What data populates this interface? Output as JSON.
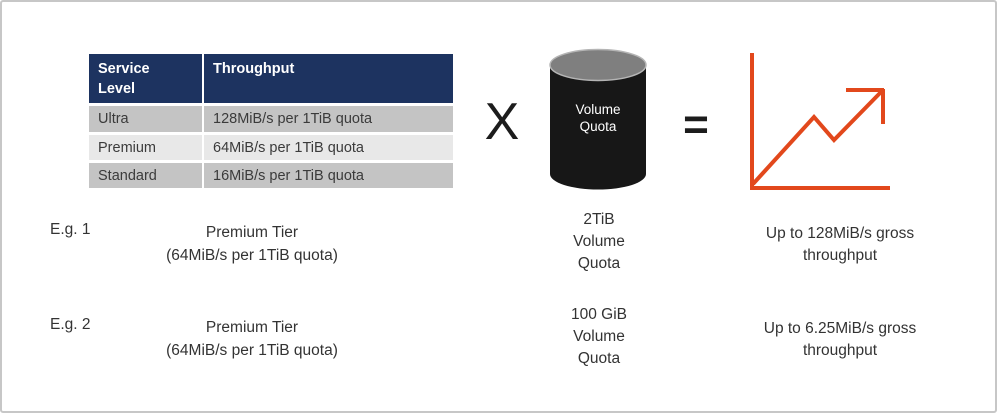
{
  "colors": {
    "header-navy": "#1d3360",
    "row-dark": "#c4c4c4",
    "row-light": "#e8e8e8",
    "accent-orange": "#e2481c",
    "cylinder-black": "#171717",
    "cylinder-top": "#7f7f7f",
    "ink": "#1c1c1c",
    "text-dark": "#3b3b3b"
  },
  "table": {
    "headers": {
      "service_level": "Service Level",
      "throughput": "Throughput"
    },
    "rows": [
      {
        "service": "Ultra",
        "throughput": "128MiB/s per 1TiB quota"
      },
      {
        "service": "Premium",
        "throughput": "64MiB/s per 1TiB quota"
      },
      {
        "service": "Standard",
        "throughput": "16MiB/s per 1TiB quota"
      }
    ]
  },
  "formula": {
    "multiply_symbol": "X",
    "equals_symbol": "=",
    "cylinder_label": "Volume\nQuota"
  },
  "examples": [
    {
      "label": "E.g. 1",
      "tier": "Premium Tier",
      "tier_detail": "(64MiB/s per 1TiB quota)",
      "quota": "2TiB\nVolume\nQuota",
      "result": "Up to 128MiB/s gross throughput"
    },
    {
      "label": "E.g. 2",
      "tier": "Premium Tier",
      "tier_detail": "(64MiB/s per 1TiB quota)",
      "quota": "100 GiB\nVolume\nQuota",
      "result": "Up to 6.25MiB/s gross throughput"
    }
  ]
}
